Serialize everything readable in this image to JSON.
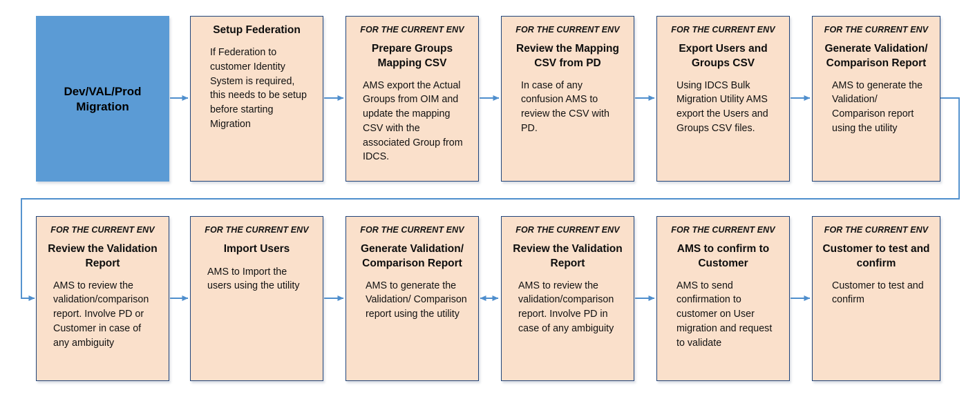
{
  "diagram": {
    "title": "Dev/VAL/Prod Migration",
    "env_tag": "FOR THE CURRENT ENV",
    "colors": {
      "start_fill": "#5B9BD5",
      "node_fill": "#FAE0CB",
      "node_border": "#20447A",
      "arrow": "#4E8ECD"
    }
  },
  "row1": [
    {
      "id": "start",
      "title": "Dev/VAL/Prod Migration",
      "env": "",
      "body": ""
    },
    {
      "id": "setup-federation",
      "title": "Setup Federation",
      "env": "",
      "body": "If Federation to customer Identity System is required, this needs to be setup before starting Migration"
    },
    {
      "id": "prepare-groups-mapping-csv",
      "title": "Prepare Groups Mapping CSV",
      "env": "FOR THE CURRENT ENV",
      "body": "AMS export the Actual Groups from OIM and update the mapping CSV with the associated Group from IDCS."
    },
    {
      "id": "review-mapping-csv-from-pd",
      "title": "Review the Mapping CSV from PD",
      "env": "FOR THE CURRENT ENV",
      "body": "In case of any confusion AMS to review the CSV with PD."
    },
    {
      "id": "export-users-and-groups-csv",
      "title": "Export Users and Groups CSV",
      "env": "FOR THE CURRENT ENV",
      "body": "Using IDCS Bulk Migration Utility AMS export the Users and Groups CSV files."
    },
    {
      "id": "generate-validation-comparison-report-1",
      "title": "Generate Validation/ Comparison Report",
      "env": "FOR THE CURRENT ENV",
      "body": "AMS to generate the Validation/ Comparison report using the utility"
    }
  ],
  "row2": [
    {
      "id": "review-validation-report-1",
      "title": "Review the Validation Report",
      "env": "FOR THE CURRENT ENV",
      "body": "AMS to review the validation/comparison report. Involve PD or Customer in case of any ambiguity"
    },
    {
      "id": "import-users",
      "title": "Import Users",
      "env": "FOR THE CURRENT ENV",
      "body": "AMS to Import the users using the utility"
    },
    {
      "id": "generate-validation-comparison-report-2",
      "title": "Generate Validation/ Comparison Report",
      "env": "FOR THE CURRENT ENV",
      "body": "AMS to generate the Validation/ Comparison report using the utility"
    },
    {
      "id": "review-validation-report-2",
      "title": "Review the Validation Report",
      "env": "FOR THE CURRENT ENV",
      "body": "AMS to review the validation/comparison report. Involve PD in case of any ambiguity"
    },
    {
      "id": "ams-to-confirm-to-customer",
      "title": "AMS to confirm to Customer",
      "env": "FOR THE CURRENT ENV",
      "body": "AMS to send confirmation to customer on User migration and request to validate"
    },
    {
      "id": "customer-to-test-and-confirm",
      "title": "Customer to test and confirm",
      "env": "FOR THE CURRENT ENV",
      "body": "Customer to test and confirm"
    }
  ],
  "connectors": [
    {
      "id": "start-to-setup-federation",
      "type": "arrow-right"
    },
    {
      "id": "setup-federation-to-prepare-groups",
      "type": "arrow-right"
    },
    {
      "id": "prepare-groups-to-review-mapping",
      "type": "arrow-right"
    },
    {
      "id": "review-mapping-to-export-users",
      "type": "arrow-right"
    },
    {
      "id": "export-users-to-generate-report-1",
      "type": "arrow-right"
    },
    {
      "id": "generate-report-1-to-review-report-1",
      "type": "wrap-elbow"
    },
    {
      "id": "review-report-1-to-import-users",
      "type": "arrow-right"
    },
    {
      "id": "import-users-to-generate-report-2",
      "type": "arrow-right"
    },
    {
      "id": "generate-report-2-to-review-report-2",
      "type": "arrow-bidirectional"
    },
    {
      "id": "review-report-2-to-ams-confirm",
      "type": "arrow-right"
    },
    {
      "id": "ams-confirm-to-customer-test",
      "type": "arrow-right"
    }
  ]
}
